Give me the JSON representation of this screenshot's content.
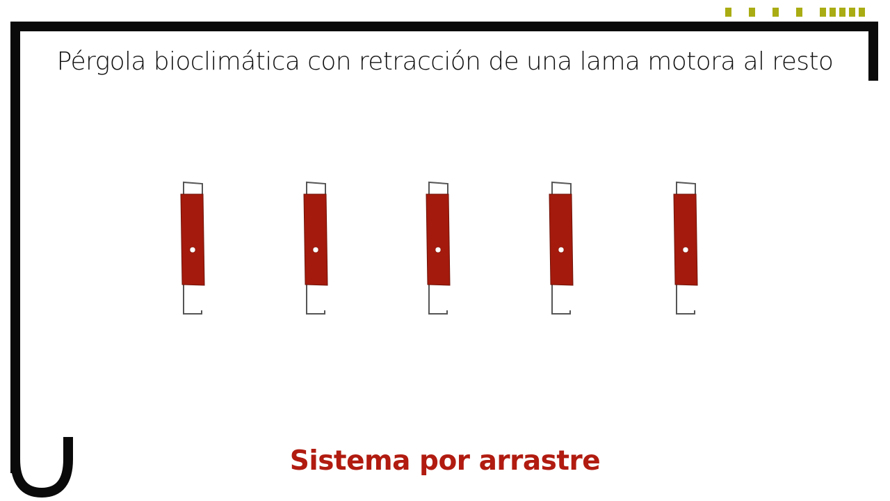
{
  "title": "Pérgola bioclimática con retracción de una lama motora al resto",
  "caption": "Sistema por arrastre",
  "colors": {
    "frame": "#0a0a0a",
    "accent_squares": "#a9ac12",
    "louvre_fill": "#a41a0c",
    "louvre_stroke": "#6e1208",
    "hook_stroke": "#555555",
    "caption": "#b11b10"
  },
  "louvres": [
    {
      "label": "louvre-1",
      "pivot": "pivot-dot"
    },
    {
      "label": "louvre-2",
      "pivot": "pivot-dot"
    },
    {
      "label": "louvre-3",
      "pivot": "pivot-dot"
    },
    {
      "label": "louvre-4",
      "pivot": "pivot-dot"
    },
    {
      "label": "louvre-5",
      "pivot": "pivot-dot"
    }
  ]
}
